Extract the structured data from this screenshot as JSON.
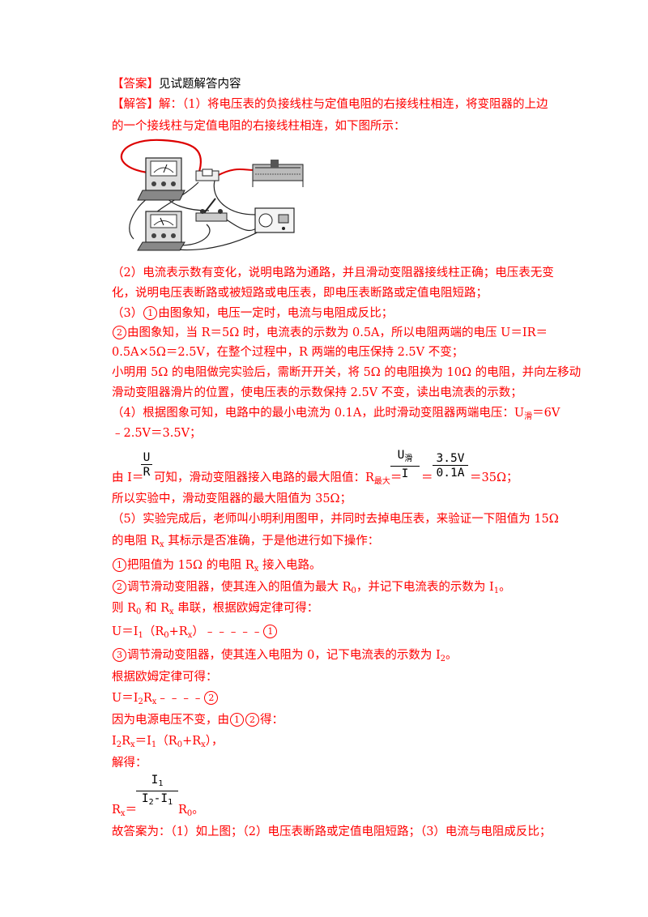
{
  "answer_tag": "【答案】",
  "answer_text": "见试题解答内容",
  "analysis_tag": "【解答】",
  "lines": {
    "l1": "解：（1）将电压表的负接线柱与定值电阻的右接线柱相连，将变阻器的上边",
    "l2": "的一个接线柱与定值电阻的右接线柱相连，如下图所示：",
    "l3": "（2）电流表示数有变化，说明电路为通路，并且滑动变阻器接线柱正确；电压表无变",
    "l4": "化，说明电压表断路或被短路或电压表，即电压表断路或定值电阻短路；",
    "l5a": "（3）",
    "l5b": "由图象知，电压一定时，电流与电阻成反比；",
    "l6b": "由图象知，当 R＝5Ω 时，电流表的示数为 0.5A，所以电阻两端的电压 U＝IR＝",
    "l7": "0.5A×5Ω＝2.5V，在整个过程中，R 两端的电压保持 2.5V 不变；",
    "l8": "小明用 5Ω 的电阻做完实验后，需断开开关，将 5Ω 的电阻换为 10Ω 的电阻，并向左移动",
    "l9": "滑动变阻器滑片的位置，使电压表的示数保持 2.5V 不变，读出电流表的示数；",
    "l10a": "（4）根据图象可知，电路中的最小电流为 0.1A，此时滑动变阻器两端电压：U",
    "l10sub": "滑",
    "l10b": "＝6V",
    "l11": "﹣2.5V＝3.5V；",
    "l12a": "由 I＝",
    "l12b": "可知，滑动变阻器接入电路的最大阻值：R",
    "l12sub": "最大",
    "l12c": "＝",
    "l12d": "＝",
    "l12e": "＝35Ω；",
    "l13": "所以实验中，滑动变阻器的最大阻值为 35Ω；",
    "l14": "（5）实验完成后，老师叫小明利用图甲，并同时去掉电压表，来验证一下阻值为 15Ω",
    "l15a": "的电阻 R",
    "l15b": " 其标示是否准确，于是他进行如下操作：",
    "l16a": "把阻值为 15Ω 的电阻 R",
    "l16b": " 接入电路。",
    "l17a": "调节滑动变阻器，使其连入的阻值为最大 R",
    "l17b": "，并记下电流表的示数为 I",
    "l17c": "。",
    "l18a": "则 R",
    "l18b": " 和 R",
    "l18c": " 串联，根据欧姆定律可得：",
    "l19a": "U＝I",
    "l19b": "（R",
    "l19c": "+R",
    "l19d": "）﹣﹣﹣﹣﹣",
    "l20a": "调节滑动变阻器，使其连入电阻为 0，记下电流表的示数为 I",
    "l20b": "。",
    "l21": "根据欧姆定律可得：",
    "l22a": "U＝I",
    "l22b": "R",
    "l22c": "﹣﹣﹣﹣",
    "l23a": "因为电源电压不变，由",
    "l23b": "得：",
    "l24a": "I",
    "l24b": "R",
    "l24c": "＝I",
    "l24d": "（R",
    "l24e": "+R",
    "l24f": "），",
    "l25": "解得：",
    "l26a": "R",
    "l26b": "＝",
    "l26c": "R",
    "l26d": "。",
    "l27": "故答案为：（1）如上图；（2）电压表断路或定值电阻短路；（3）电流与电阻成反比；"
  },
  "subs": {
    "x": "x",
    "zero": "0",
    "one": "1",
    "two": "2"
  },
  "circled": {
    "c1": "1",
    "c2": "2",
    "c3": "3"
  },
  "fractions": {
    "f1_num": "U",
    "f1_den": "R",
    "f2_num": "U",
    "f2_num_sub": "滑",
    "f2_den": "I",
    "f3_num": "3.5V",
    "f3_den": "0.1A",
    "f4_num": "I",
    "f4_num_sub": "1",
    "f4_den_a": "I",
    "f4_den_sub_a": "2",
    "f4_den_mid": "-I",
    "f4_den_sub_b": "1"
  }
}
